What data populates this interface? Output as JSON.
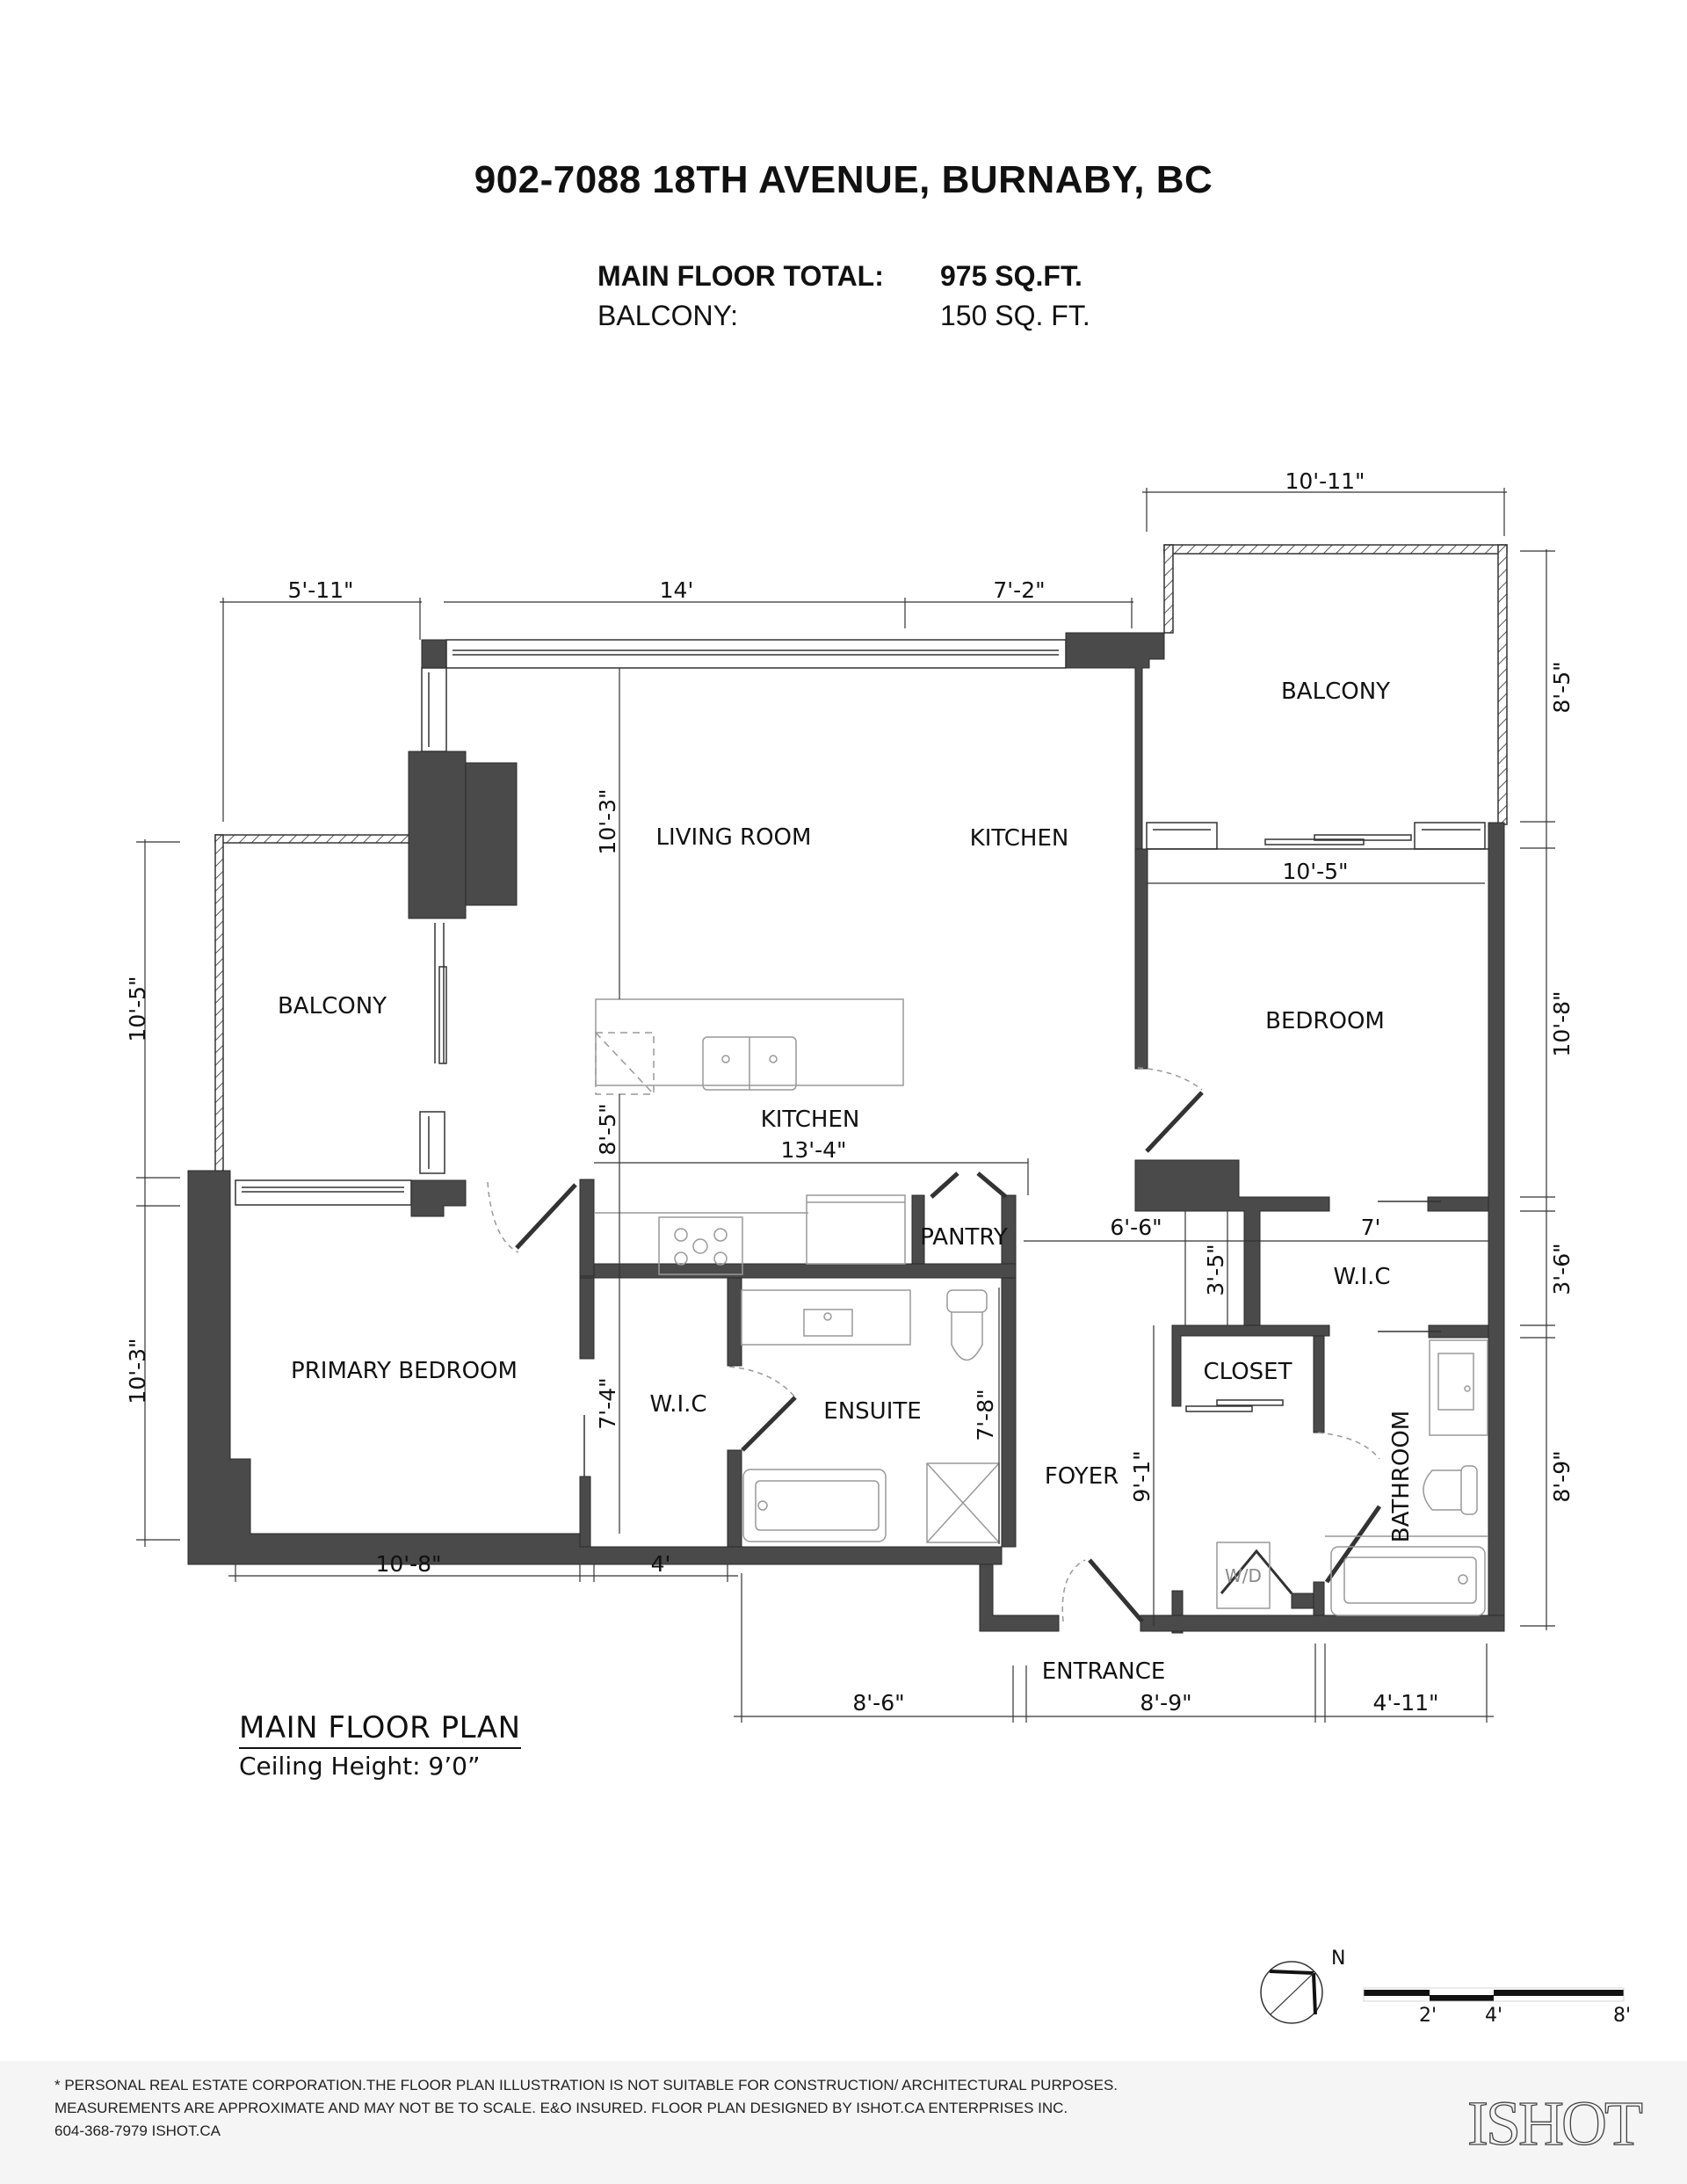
{
  "header": {
    "title": "902-7088 18TH AVENUE, BURNABY, BC",
    "areas": [
      {
        "label": "MAIN FLOOR TOTAL:",
        "value": "975 SQ.FT.",
        "bold": true
      },
      {
        "label": "BALCONY:",
        "value": "150 SQ. FT.",
        "bold": false
      }
    ]
  },
  "colors": {
    "wall": "#4a4a4a",
    "line": "#333333",
    "fixture": "#9a9a9a",
    "footer_bg": "#f5f5f5"
  },
  "rooms": {
    "living_room": "LIVING ROOM",
    "kitchen_upper": "KITCHEN",
    "kitchen_lower": "KITCHEN",
    "balcony_left": "BALCONY",
    "balcony_right": "BALCONY",
    "bedroom": "BEDROOM",
    "primary_bedroom": "PRIMARY BEDROOM",
    "wic_primary": "W.I.C",
    "ensuite": "ENSUITE",
    "pantry": "PANTRY",
    "wic_bedroom": "W.I.C",
    "closet": "CLOSET",
    "foyer": "FOYER",
    "bathroom": "BATHROOM",
    "entrance": "ENTRANCE",
    "washer_dryer": "W/D"
  },
  "dimensions": {
    "top_5_11": "5'-11\"",
    "top_14": "14'",
    "top_7_2": "7'-2\"",
    "balcony_r_width": "10'-11\"",
    "balcony_r_depth": "8'-5\"",
    "balcony_r_door": "10'-5\"",
    "living_depth": "10'-3\"",
    "balcony_l_depth": "10'-5\"",
    "kitchen_depth": "8'-5\"",
    "kitchen_width": "13'-4\"",
    "bedroom_depth": "10'-8\"",
    "hall_6_6": "6'-6\"",
    "wic_7": "7'",
    "wic_3_5": "3'-5\"",
    "wic_3_6": "3'-6\"",
    "primary_depth": "10'-3\"",
    "wic_primary_depth": "7'-4\"",
    "ensuite_depth": "7'-8\"",
    "foyer_depth": "9'-1\"",
    "bathroom_depth": "8'-9\"",
    "bottom_10_8": "10'-8\"",
    "bottom_4": "4'",
    "bottom_8_6": "8'-6\"",
    "bottom_8_9": "8'-9\"",
    "bottom_4_11": "4'-11\""
  },
  "plan_label": {
    "title": "MAIN FLOOR PLAN",
    "subtitle": "Ceiling Height: 9’0”"
  },
  "legend": {
    "north": "N",
    "scale_ticks": [
      "2'",
      "4'",
      "8'"
    ]
  },
  "footer": {
    "lines": [
      "* PERSONAL REAL ESTATE CORPORATION.THE FLOOR PLAN ILLUSTRATION IS NOT SUITABLE FOR CONSTRUCTION/ ARCHITECTURAL PURPOSES.",
      "MEASUREMENTS ARE APPROXIMATE AND MAY NOT BE TO SCALE. E&O INSURED. FLOOR PLAN DESIGNED BY ISHOT.CA ENTERPRISES INC.",
      "604-368-7979  ISHOT.CA"
    ],
    "logo": "ISHOT"
  }
}
